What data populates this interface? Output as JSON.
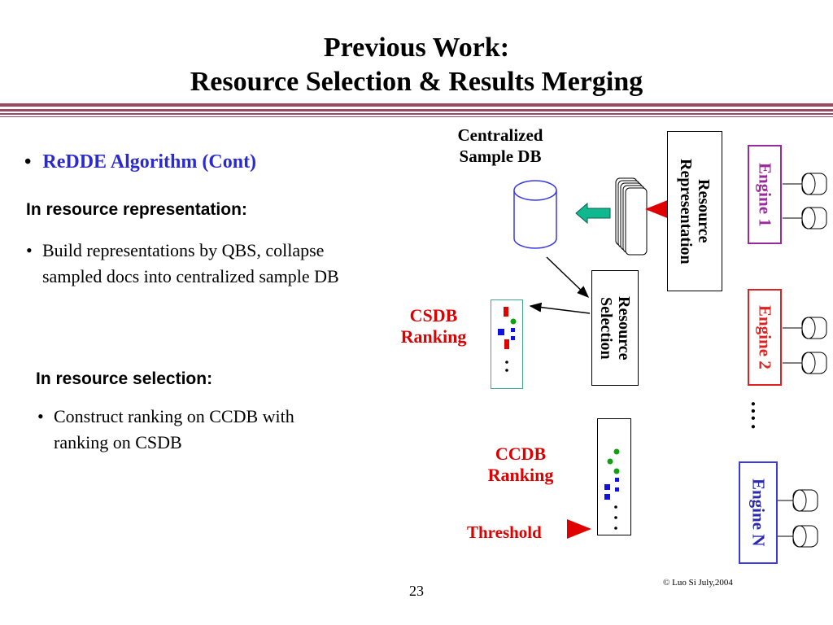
{
  "slide": {
    "title_line1": "Previous Work:",
    "title_line2": "Resource Selection & Results Merging",
    "bullet_main": "ReDDE Algorithm (Cont)",
    "rep_heading": "In resource representation:",
    "rep_item_line1": "Build representations by QBS, collapse",
    "rep_item_line2": "sampled docs into centralized sample DB",
    "sel_heading": "In resource selection:",
    "sel_item_line1": "Construct ranking on CCDB with",
    "sel_item_line2": "ranking on CSDB",
    "copyright": "© Luo Si July,2004",
    "page_number": "23"
  },
  "diagram": {
    "central_label_line1": "Centralized",
    "central_label_line2": "Sample DB",
    "resource_representation_line1": "Resource",
    "resource_representation_line2": "Representation",
    "resource_selection_line1": "Resource",
    "resource_selection_line2": "Selection",
    "engine_1": "Engine 1",
    "engine_2": "Engine 2",
    "engine_n": "Engine N",
    "engines_ellipsis": "….",
    "csdb_label_line1": "CSDB",
    "csdb_label_line2": "Ranking",
    "ccdb_label_line1": "CCDB",
    "ccdb_label_line2": "Ranking",
    "threshold_label": "Threshold",
    "colors": {
      "title_rule": "#9a4a5e",
      "bullet_text": "#2a2ad0",
      "label_red": "#dd0000",
      "engine1": "#9a2a9a",
      "engine2": "#dd2222",
      "engine_n": "#2a2ab0",
      "green_arrow": "#10b890",
      "db_blue": "#3a3ae0",
      "rank_red": "#e00000",
      "rank_blue": "#1010e0",
      "rank_green": "#10a010"
    }
  }
}
